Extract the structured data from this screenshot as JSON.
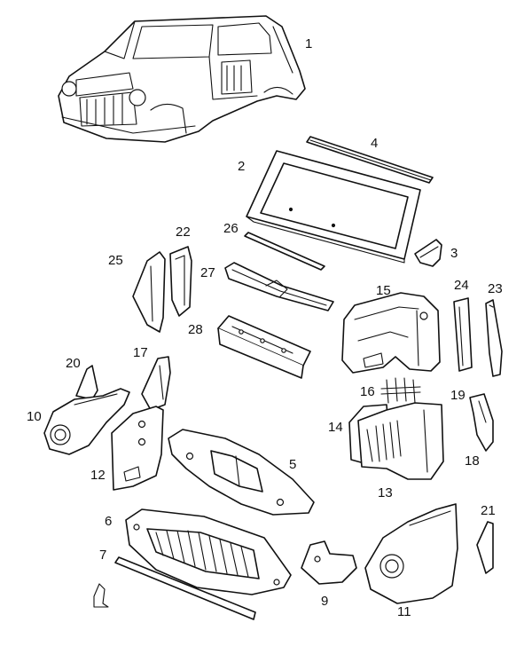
{
  "colors": {
    "line": "#111111",
    "paper": "#ffffff"
  },
  "callouts": [
    {
      "id": "1",
      "label": "1"
    },
    {
      "id": "2",
      "label": "2"
    },
    {
      "id": "3",
      "label": "3"
    },
    {
      "id": "4",
      "label": "4"
    },
    {
      "id": "5",
      "label": "5"
    },
    {
      "id": "6",
      "label": "6"
    },
    {
      "id": "7",
      "label": "7"
    },
    {
      "id": "9",
      "label": "9"
    },
    {
      "id": "10",
      "label": "10"
    },
    {
      "id": "11",
      "label": "11"
    },
    {
      "id": "12",
      "label": "12"
    },
    {
      "id": "13",
      "label": "13"
    },
    {
      "id": "14",
      "label": "14"
    },
    {
      "id": "15",
      "label": "15"
    },
    {
      "id": "16",
      "label": "16"
    },
    {
      "id": "17",
      "label": "17"
    },
    {
      "id": "18",
      "label": "18"
    },
    {
      "id": "19",
      "label": "19"
    },
    {
      "id": "20",
      "label": "20"
    },
    {
      "id": "21",
      "label": "21"
    },
    {
      "id": "22",
      "label": "22"
    },
    {
      "id": "23",
      "label": "23"
    },
    {
      "id": "24",
      "label": "24"
    },
    {
      "id": "25",
      "label": "25"
    },
    {
      "id": "26",
      "label": "26"
    },
    {
      "id": "27",
      "label": "27"
    },
    {
      "id": "28",
      "label": "28"
    }
  ]
}
